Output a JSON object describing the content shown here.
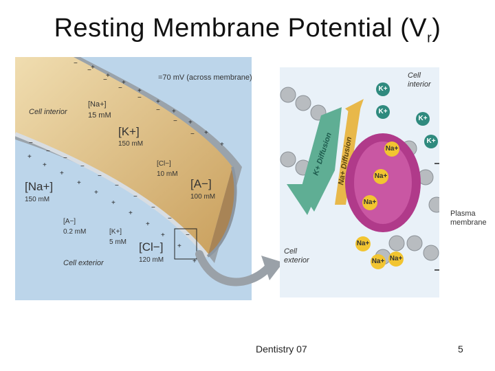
{
  "title": {
    "main": "Resting Membrane Potential (V",
    "sub": "r",
    "close": ")"
  },
  "footer": {
    "left": "Dentistry 07",
    "page": "5"
  },
  "left_figure": {
    "voltage": "=70 mV (across membrane)",
    "cell_interior": "Cell interior",
    "cell_exterior": "Cell exterior",
    "in_na_ion": "[Na+]",
    "in_na_conc": "15 mM",
    "in_k_ion": "[K+]",
    "in_k_conc": "150 mM",
    "in_cl_ion": "[Cl−]",
    "in_cl_conc": "10 mM",
    "in_a_ion": "[A−]",
    "in_a_conc": "100 mM",
    "out_na_ion": "[Na+]",
    "out_na_conc": "150 mM",
    "out_a_ion": "[A−]",
    "out_a_conc": "0.2 mM",
    "out_k_ion": "[K+]",
    "out_k_conc": "5 mM",
    "out_cl_ion": "[Cl−]",
    "out_cl_conc": "120 mM"
  },
  "right_figure": {
    "cell_interior": "Cell\ninterior",
    "cell_exterior": "Cell\nexterior",
    "k_diffusion": "K+ Diffusion",
    "na_diffusion": "Na+ Diffusion",
    "k_ions": [
      "K+",
      "K+",
      "K+",
      "K+"
    ],
    "na_ions_inside": [
      "Na+",
      "Na+",
      "Na+"
    ],
    "na_ions_outside": [
      "Na+",
      "Na+",
      "Na+"
    ],
    "plasma_membrane": "Plasma\nmembrane"
  },
  "colors": {
    "interior": "#e7d2a4",
    "exterior": "#bcd5ea",
    "k_ion": "#2f8a7e",
    "na_ion": "#f2c531",
    "pump": "#b03a8a"
  }
}
